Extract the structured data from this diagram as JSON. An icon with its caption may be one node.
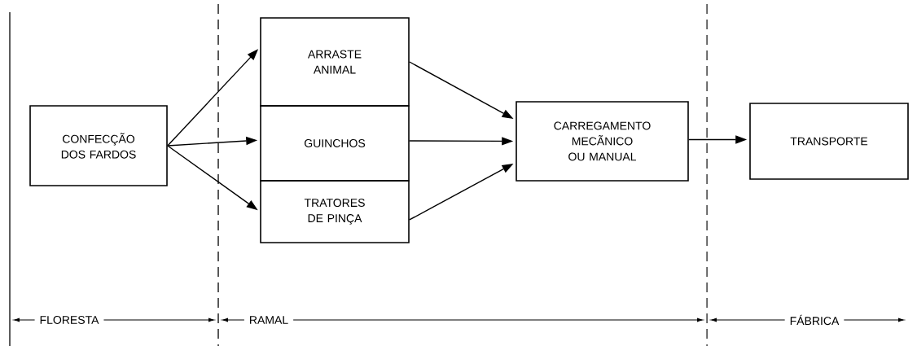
{
  "diagram": {
    "nodes": [
      {
        "text": [
          "CONFECÇÃO DOS FARDOS"
        ]
      },
      {
        "text": [
          "ARRASTE ANIMAL"
        ]
      },
      {
        "text": [
          "GUINCHOS"
        ]
      },
      {
        "text": [
          "TRATORES DE PINÇA"
        ]
      },
      {
        "text": [
          "CARREGAMENTO MECÃNICO OU MANUAL"
        ]
      },
      {
        "text": [
          "TRANSPORTE"
        ]
      }
    ],
    "edges": [
      {
        "from": 0,
        "to": 1,
        "arrow": "to"
      },
      {
        "from": 0,
        "to": 2,
        "arrow": "to"
      },
      {
        "from": 0,
        "to": 3,
        "arrow": "to"
      },
      {
        "from": 1,
        "to": 4,
        "arrow": "to"
      },
      {
        "from": 2,
        "to": 4,
        "arrow": "to"
      },
      {
        "from": 3,
        "to": 4,
        "arrow": "to"
      },
      {
        "from": 4,
        "to": 5,
        "arrow": "to"
      }
    ],
    "labels": [
      "FLORESTA",
      "RAMAL",
      "FÁBRICA"
    ]
  }
}
